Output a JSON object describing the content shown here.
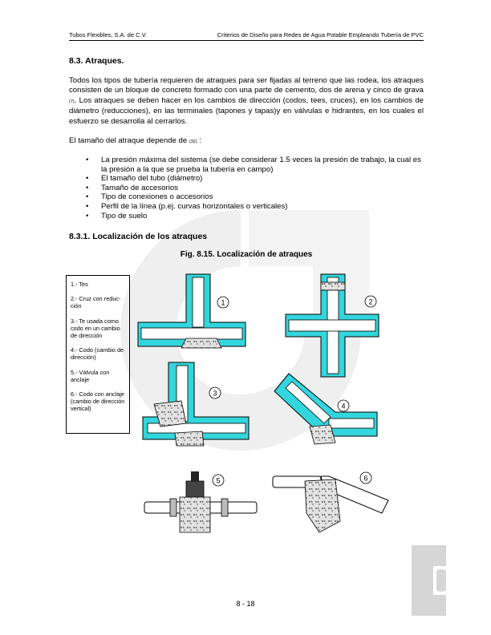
{
  "header": {
    "left": "Tubos  Flexibles, S.A. de C.V.",
    "right": "Criterios de Diseño para Redes de Agua Potable Empleando Tubería de PVC"
  },
  "section": {
    "title": "8.3. Atraques.",
    "para1_a": "Todos los tipos de tubería requieren de atraques para   ser fijadas al terreno que las rodea, los atraques consisten de un bloque de concreto formado con una parte de cemento, dos de arena y cinco de grava",
    "para1_ref": "(7)",
    "para1_b": ". Los atraques se deben hacer en los cambios de dirección (codos, tees, cruces), en los cambios de diámetro (reducciones), en las terminales (tapones y tapas)y en válvulas e hidrantes, en los cuales el esfuerzo se desarrolla al cerrarlos.",
    "para2_a": "El tamaño del atraque depende de",
    "para2_ref": "(32)",
    "para2_b": ":",
    "bullets": [
      "La presión máxima del sistema (se debe considerar 1.5 veces la presión de trabajo, la cual es la presión a la que se prueba la tubería en campo)",
      "El tamaño del tubo (diámetro)",
      "Tamaño de accesorios",
      "Tipo de conexiones o accesorios",
      "Perfil de la línea (p.ej. curvas horizontales o verticales)",
      "Tipo de suelo"
    ],
    "bullet_symbol": "•"
  },
  "subsection": {
    "title": "8.3.1. Localización de los atraques",
    "figure_caption": "Fig. 8.15. Localización de atraques"
  },
  "legend": {
    "items": [
      "1.- Tes",
      "2.- Cruz con reduc-ción",
      "3.- Te usada como codo en un cambio de dirección",
      "4.- Codo (cambio de dirección)",
      "5.- Válvula con anclaje",
      "6.- Codo con anclaje (cambio de dirección vertical)"
    ]
  },
  "figure": {
    "numbers": [
      "1",
      "2",
      "3",
      "4",
      "5",
      "6"
    ],
    "colors": {
      "trench": "#33d6dc",
      "pipe": "#ffffff",
      "concrete": "#d8d8d8",
      "watermark": "#ececec"
    }
  },
  "footer": {
    "page": "8 - 18"
  }
}
